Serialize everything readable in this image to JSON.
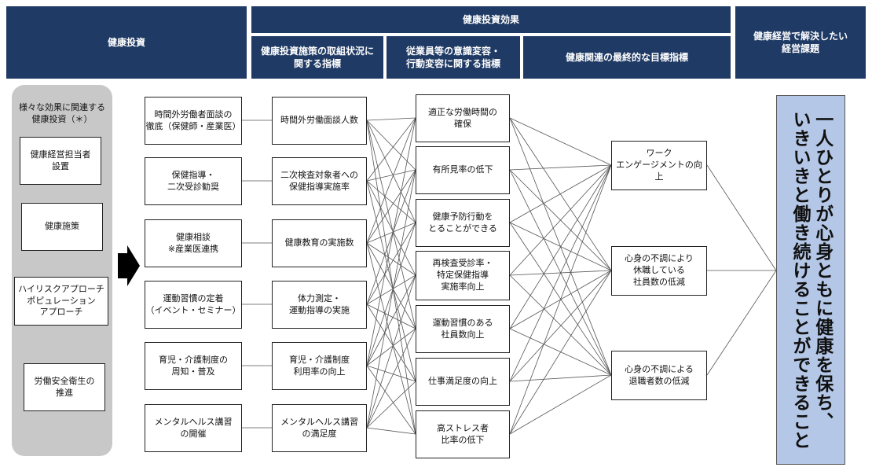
{
  "header": {
    "investment": "健康投資",
    "effects": "健康投資効果",
    "effects_sub1": "健康投資施策の取組状況に\n関する指標",
    "effects_sub2": "従業員等の意識変容・\n行動変容に関する指標",
    "effects_sub3": "健康関連の最終的な目標指標",
    "issues": "健康経営で解決したい\n経営課題"
  },
  "investment_group": {
    "title": "様々な効果に関連する\n健康投資（＊）",
    "items": [
      "健康経営担当者\n設置",
      "健康施策",
      "ハイリスクアプローチ\nポピュレーション\nアプローチ",
      "労働安全衛生の\n推進"
    ]
  },
  "measures": [
    "時間外労働者面談の\n徹底（保健師・産業医）",
    "保健指導・\n二次受診勧奨",
    "健康相談\n※産業医連携",
    "運動習慣の定着\n（イベント・セミナー）",
    "育児・介護制度の\n周知・普及",
    "メンタルヘルス講習\nの開催"
  ],
  "indicators": [
    "時間外労働面談人数",
    "二次検査対象者への\n保健指導実施率",
    "健康教育の実施数",
    "体力測定・\n運動指導の実施",
    "育児・介護制度\n利用率の向上",
    "メンタルヘルス講習\nの満足度"
  ],
  "behaviors": [
    "適正な労働時間の\n確保",
    "有所見率の低下",
    "健康予防行動を\nとることができる",
    "再検査受診率・\n特定保健指導\n実施率向上",
    "運動習慣のある\n社員数向上",
    "仕事満足度の向上",
    "高ストレス者\n比率の低下"
  ],
  "goals": [
    "ワーク\nエンゲージメントの向上",
    "心身の不調により\n休職している\n社員数の低減",
    "心身の不調による\n退職者数の低減"
  ],
  "final_issue": "一人ひとりが心身ともに健康を保ち、\nいきいきと働き続けることができること",
  "colors": {
    "header_bg": "#1f3a64",
    "final_bg": "#b4c7e7",
    "group_bg": "#c8c8c8"
  }
}
